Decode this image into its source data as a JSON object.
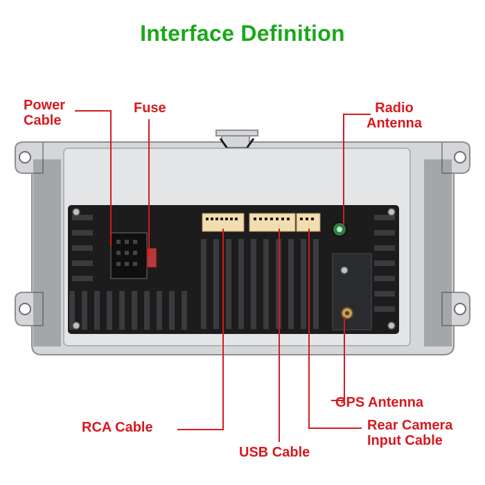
{
  "title": "Interface Definition",
  "colors": {
    "title": "#1aa81a",
    "label": "#d6191f",
    "leader": "#d6191f",
    "panel": "#d4d6d8",
    "panel_edge": "#8c8e92",
    "inner_panel": "#e4e5e7",
    "black": "#1c1c1c",
    "connector": "#f3ddb0"
  },
  "labels": {
    "power_cable": {
      "line1": "Power",
      "line2": "Cable"
    },
    "fuse": "Fuse",
    "radio_antenna": {
      "line1": "Radio",
      "line2": "Antenna"
    },
    "rca_cable": "RCA Cable",
    "usb_cable": "USB Cable",
    "gps_antenna": "GPS Antenna",
    "rear_camera": {
      "line1": "Rear Camera",
      "line2": "Input Cable"
    }
  },
  "icons": {
    "radio_port": "green-antenna-jack-icon",
    "gps_port": "gold-sma-jack-icon"
  }
}
